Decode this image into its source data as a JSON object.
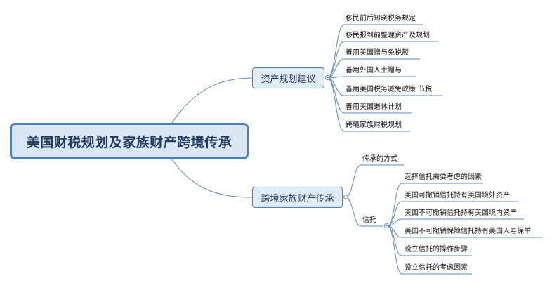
{
  "central": {
    "label": "美国财税规划及家族财产跨境传承"
  },
  "branches": [
    {
      "label": "资产规划建议",
      "children": [
        "移民前后知晓税务规定",
        "移民报到前整理资产及规划",
        "善用美国赠与免税额",
        "善用外国人士赠与",
        "善用美国税务减免政策 节税",
        "善用美国退休计划",
        "跨境家族财税规划"
      ]
    },
    {
      "label": "跨境家族财产传承",
      "children": [
        {
          "label": "传承的方式"
        },
        {
          "label": "信托",
          "children": [
            "选择信托需要考虑的因素",
            "美国可撤销信托持有美国境外资产",
            "美国不可撤销信托持有美国境内资产",
            "美国不可撤销保险信托持有美国人寿保单",
            "设立信托的操作步骤",
            "设立信托的考虑因素"
          ]
        }
      ]
    }
  ],
  "colors": {
    "line": "#5b8ac4",
    "central_border": "#4a7fbf",
    "central_fill": "#d9e6f5",
    "topic_fill": "#e2ecf8",
    "text": "#1f3a5c"
  }
}
